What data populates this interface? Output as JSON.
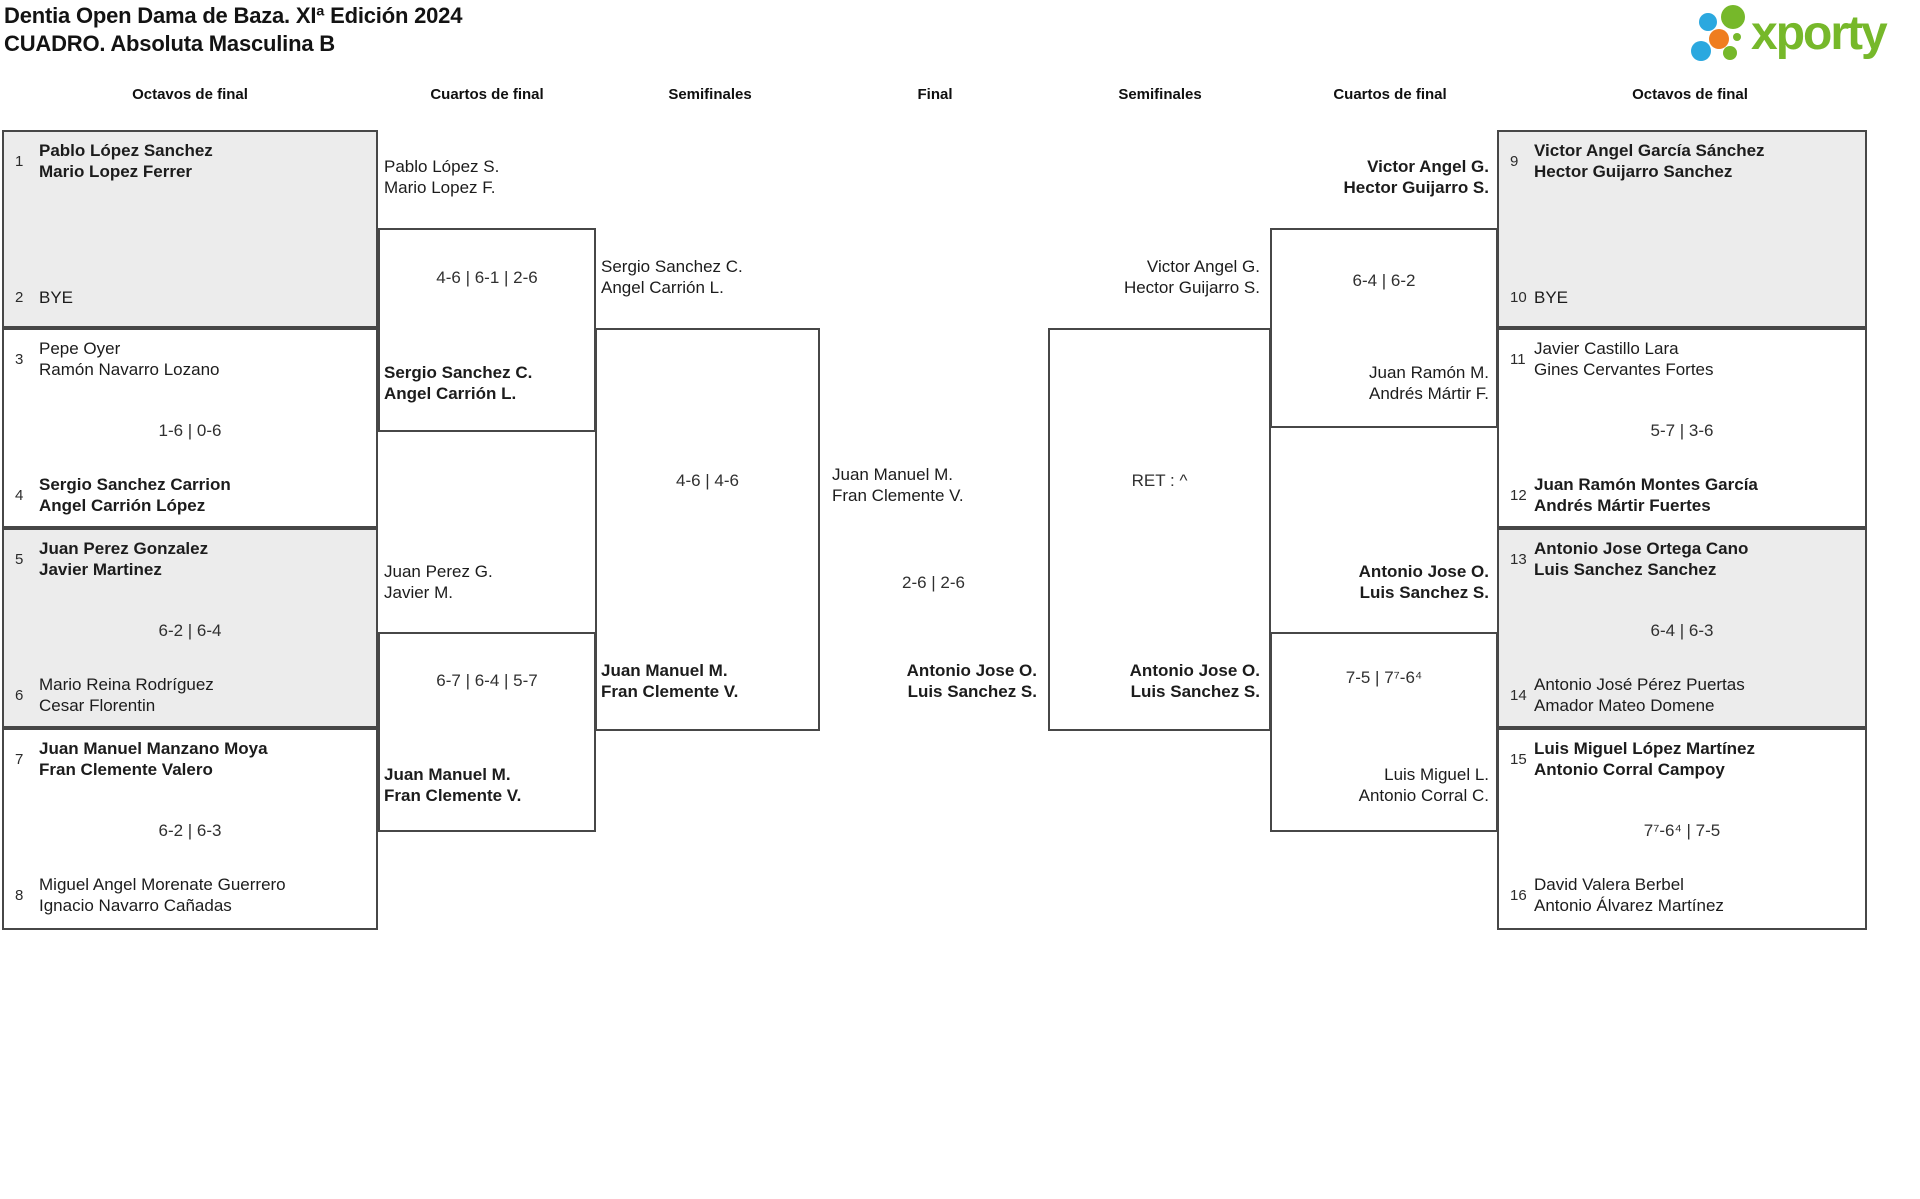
{
  "header": {
    "title_line1": "Dentia Open Dama de Baza. XIª Edición 2024",
    "title_line2": "CUADRO. Absoluta Masculina B",
    "logo_text": "xporty"
  },
  "colors": {
    "logo_green": "#76b82a",
    "logo_blue": "#2ba8df",
    "logo_orange": "#ef7d1f",
    "box_gray": "#ececec",
    "box_border": "#474747"
  },
  "round_headers": {
    "r16_left": "Octavos de final",
    "qf_left": "Cuartos de final",
    "sf_left": "Semifinales",
    "final": "Final",
    "sf_right": "Semifinales",
    "qf_right": "Cuartos de final",
    "r16_right": "Octavos de final"
  },
  "bracket": {
    "r16_left": [
      {
        "seed_top": "1",
        "team_top": {
          "p1": "Pablo López Sanchez",
          "p2": "Mario Lopez Ferrer"
        },
        "score": "",
        "seed_bottom": "2",
        "team_bottom": {
          "p1": "BYE"
        }
      },
      {
        "seed_top": "3",
        "team_top": {
          "p1": "Pepe Oyer",
          "p2": "Ramón Navarro Lozano"
        },
        "score": "1-6 | 0-6",
        "seed_bottom": "4",
        "team_bottom": {
          "p1": "Sergio Sanchez Carrion",
          "p2": "Angel Carrión López"
        }
      },
      {
        "seed_top": "5",
        "team_top": {
          "p1": "Juan Perez Gonzalez",
          "p2": "Javier Martinez"
        },
        "score": "6-2 | 6-4",
        "seed_bottom": "6",
        "team_bottom": {
          "p1": "Mario Reina Rodríguez",
          "p2": "Cesar Florentin"
        }
      },
      {
        "seed_top": "7",
        "team_top": {
          "p1": "Juan Manuel Manzano Moya",
          "p2": "Fran Clemente Valero"
        },
        "score": "6-2 | 6-3",
        "seed_bottom": "8",
        "team_bottom": {
          "p1": "Miguel Angel Morenate Guerrero",
          "p2": "Ignacio Navarro Cañadas"
        }
      }
    ],
    "qf_left": [
      {
        "team_top": {
          "p1": "Pablo López S.",
          "p2": "Mario Lopez F."
        },
        "score": "4-6 | 6-1 | 2-6",
        "team_bottom": {
          "p1": "Sergio Sanchez C.",
          "p2": "Angel Carrión L."
        }
      },
      {
        "team_top": {
          "p1": "Juan Perez G.",
          "p2": "Javier M."
        },
        "score": "6-7 | 6-4 | 5-7",
        "team_bottom": {
          "p1": "Juan Manuel M.",
          "p2": "Fran Clemente V."
        }
      }
    ],
    "sf_left": {
      "team_top": {
        "p1": "Sergio Sanchez C.",
        "p2": "Angel Carrión L."
      },
      "score": "4-6 | 4-6",
      "team_bottom": {
        "p1": "Juan Manuel M.",
        "p2": "Fran Clemente V."
      }
    },
    "final": {
      "team_top": {
        "p1": "Juan Manuel M.",
        "p2": "Fran Clemente V."
      },
      "score": "2-6 | 2-6",
      "team_bottom": {
        "p1": "Antonio Jose O.",
        "p2": "Luis Sanchez S."
      }
    },
    "sf_right": {
      "team_top": {
        "p1": "Victor Angel G.",
        "p2": "Hector Guijarro S."
      },
      "score": "RET : ^",
      "team_bottom": {
        "p1": "Antonio Jose O.",
        "p2": "Luis Sanchez S."
      }
    },
    "qf_right": [
      {
        "team_top": {
          "p1": "Victor Angel G.",
          "p2": "Hector Guijarro S."
        },
        "score": "6-4 | 6-2",
        "team_bottom": {
          "p1": "Juan Ramón M.",
          "p2": "Andrés Mártir F."
        }
      },
      {
        "team_top": {
          "p1": "Antonio Jose O.",
          "p2": "Luis Sanchez S."
        },
        "score": "7-5 | 7⁷-6⁴",
        "team_bottom": {
          "p1": "Luis Miguel L.",
          "p2": "Antonio Corral C."
        }
      }
    ],
    "r16_right": [
      {
        "seed_top": "9",
        "team_top": {
          "p1": "Victor Angel García Sánchez",
          "p2": "Hector Guijarro Sanchez"
        },
        "score": "",
        "seed_bottom": "10",
        "team_bottom": {
          "p1": "BYE"
        }
      },
      {
        "seed_top": "11",
        "team_top": {
          "p1": "Javier Castillo Lara",
          "p2": "Gines Cervantes Fortes"
        },
        "score": "5-7 | 3-6",
        "seed_bottom": "12",
        "team_bottom": {
          "p1": "Juan Ramón Montes García",
          "p2": "Andrés Mártir Fuertes"
        }
      },
      {
        "seed_top": "13",
        "team_top": {
          "p1": "Antonio Jose Ortega Cano",
          "p2": "Luis Sanchez Sanchez"
        },
        "score": "6-4 | 6-3",
        "seed_bottom": "14",
        "team_bottom": {
          "p1": "Antonio José Pérez Puertas",
          "p2": "Amador Mateo Domene"
        }
      },
      {
        "seed_top": "15",
        "team_top": {
          "p1": "Luis Miguel López Martínez",
          "p2": "Antonio Corral Campoy"
        },
        "score": "7⁷-6⁴ | 7-5",
        "seed_bottom": "16",
        "team_bottom": {
          "p1": "David Valera Berbel",
          "p2": "Antonio Álvarez Martínez"
        }
      }
    ]
  }
}
